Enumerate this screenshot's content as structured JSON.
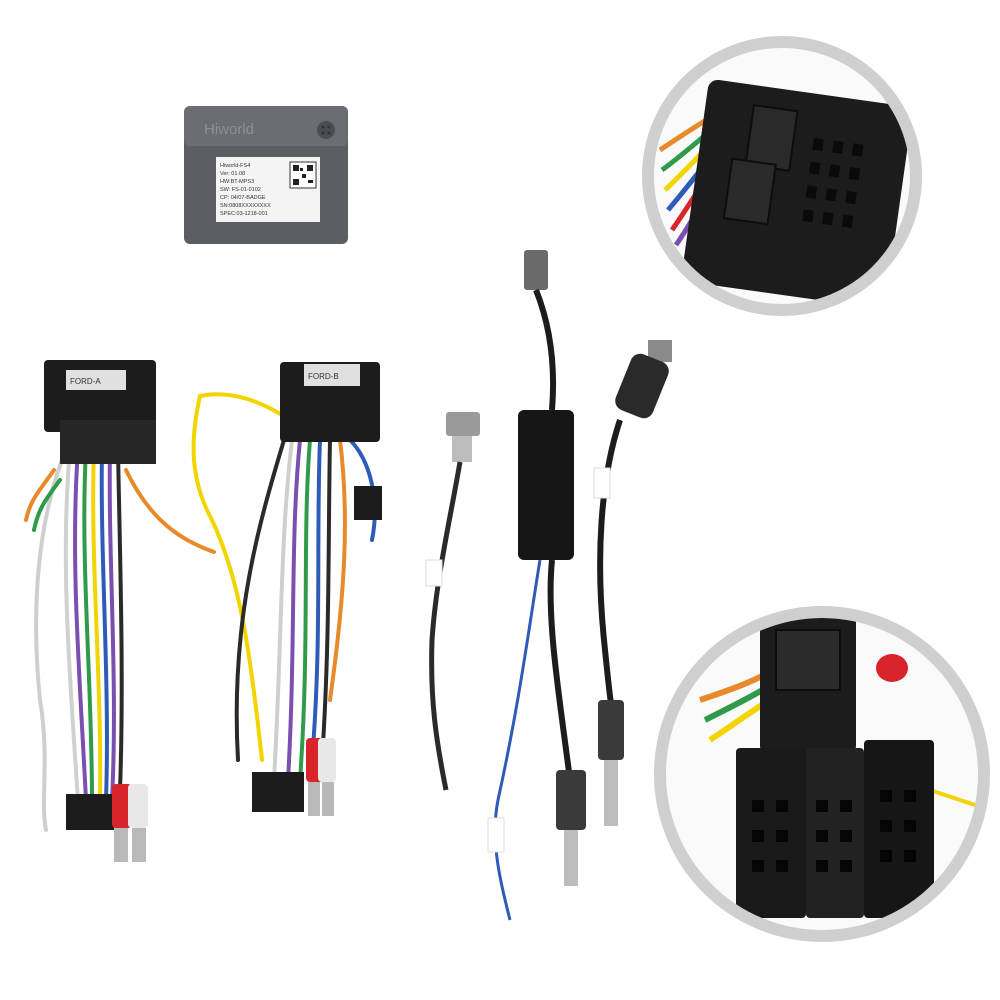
{
  "decoder_box": {
    "brand": "Hiworld",
    "label_lines": [
      "Hiworld-FS4",
      "Ver: 01.08",
      "HW:BT-MPS3",
      "SW: FS-01-0102",
      "CP: 04/07-BADGE",
      "SN:0808XXXXXXXX",
      "SPEC:03-1218-001"
    ]
  },
  "harness_tags": {
    "left": "FORD-A",
    "middle": "FORD-B"
  },
  "colors": {
    "background": "#ffffff",
    "plastic": "#1c1c1c",
    "box_grey": "#5b5f63",
    "inset_ring": "#cfcfcf",
    "wire_yellow": "#f2d500",
    "wire_purple": "#7a4fb0",
    "wire_green": "#2f9a4a",
    "wire_blue": "#2e5bb8",
    "wire_orange": "#e88a2a",
    "rca_red": "#d8242a"
  }
}
